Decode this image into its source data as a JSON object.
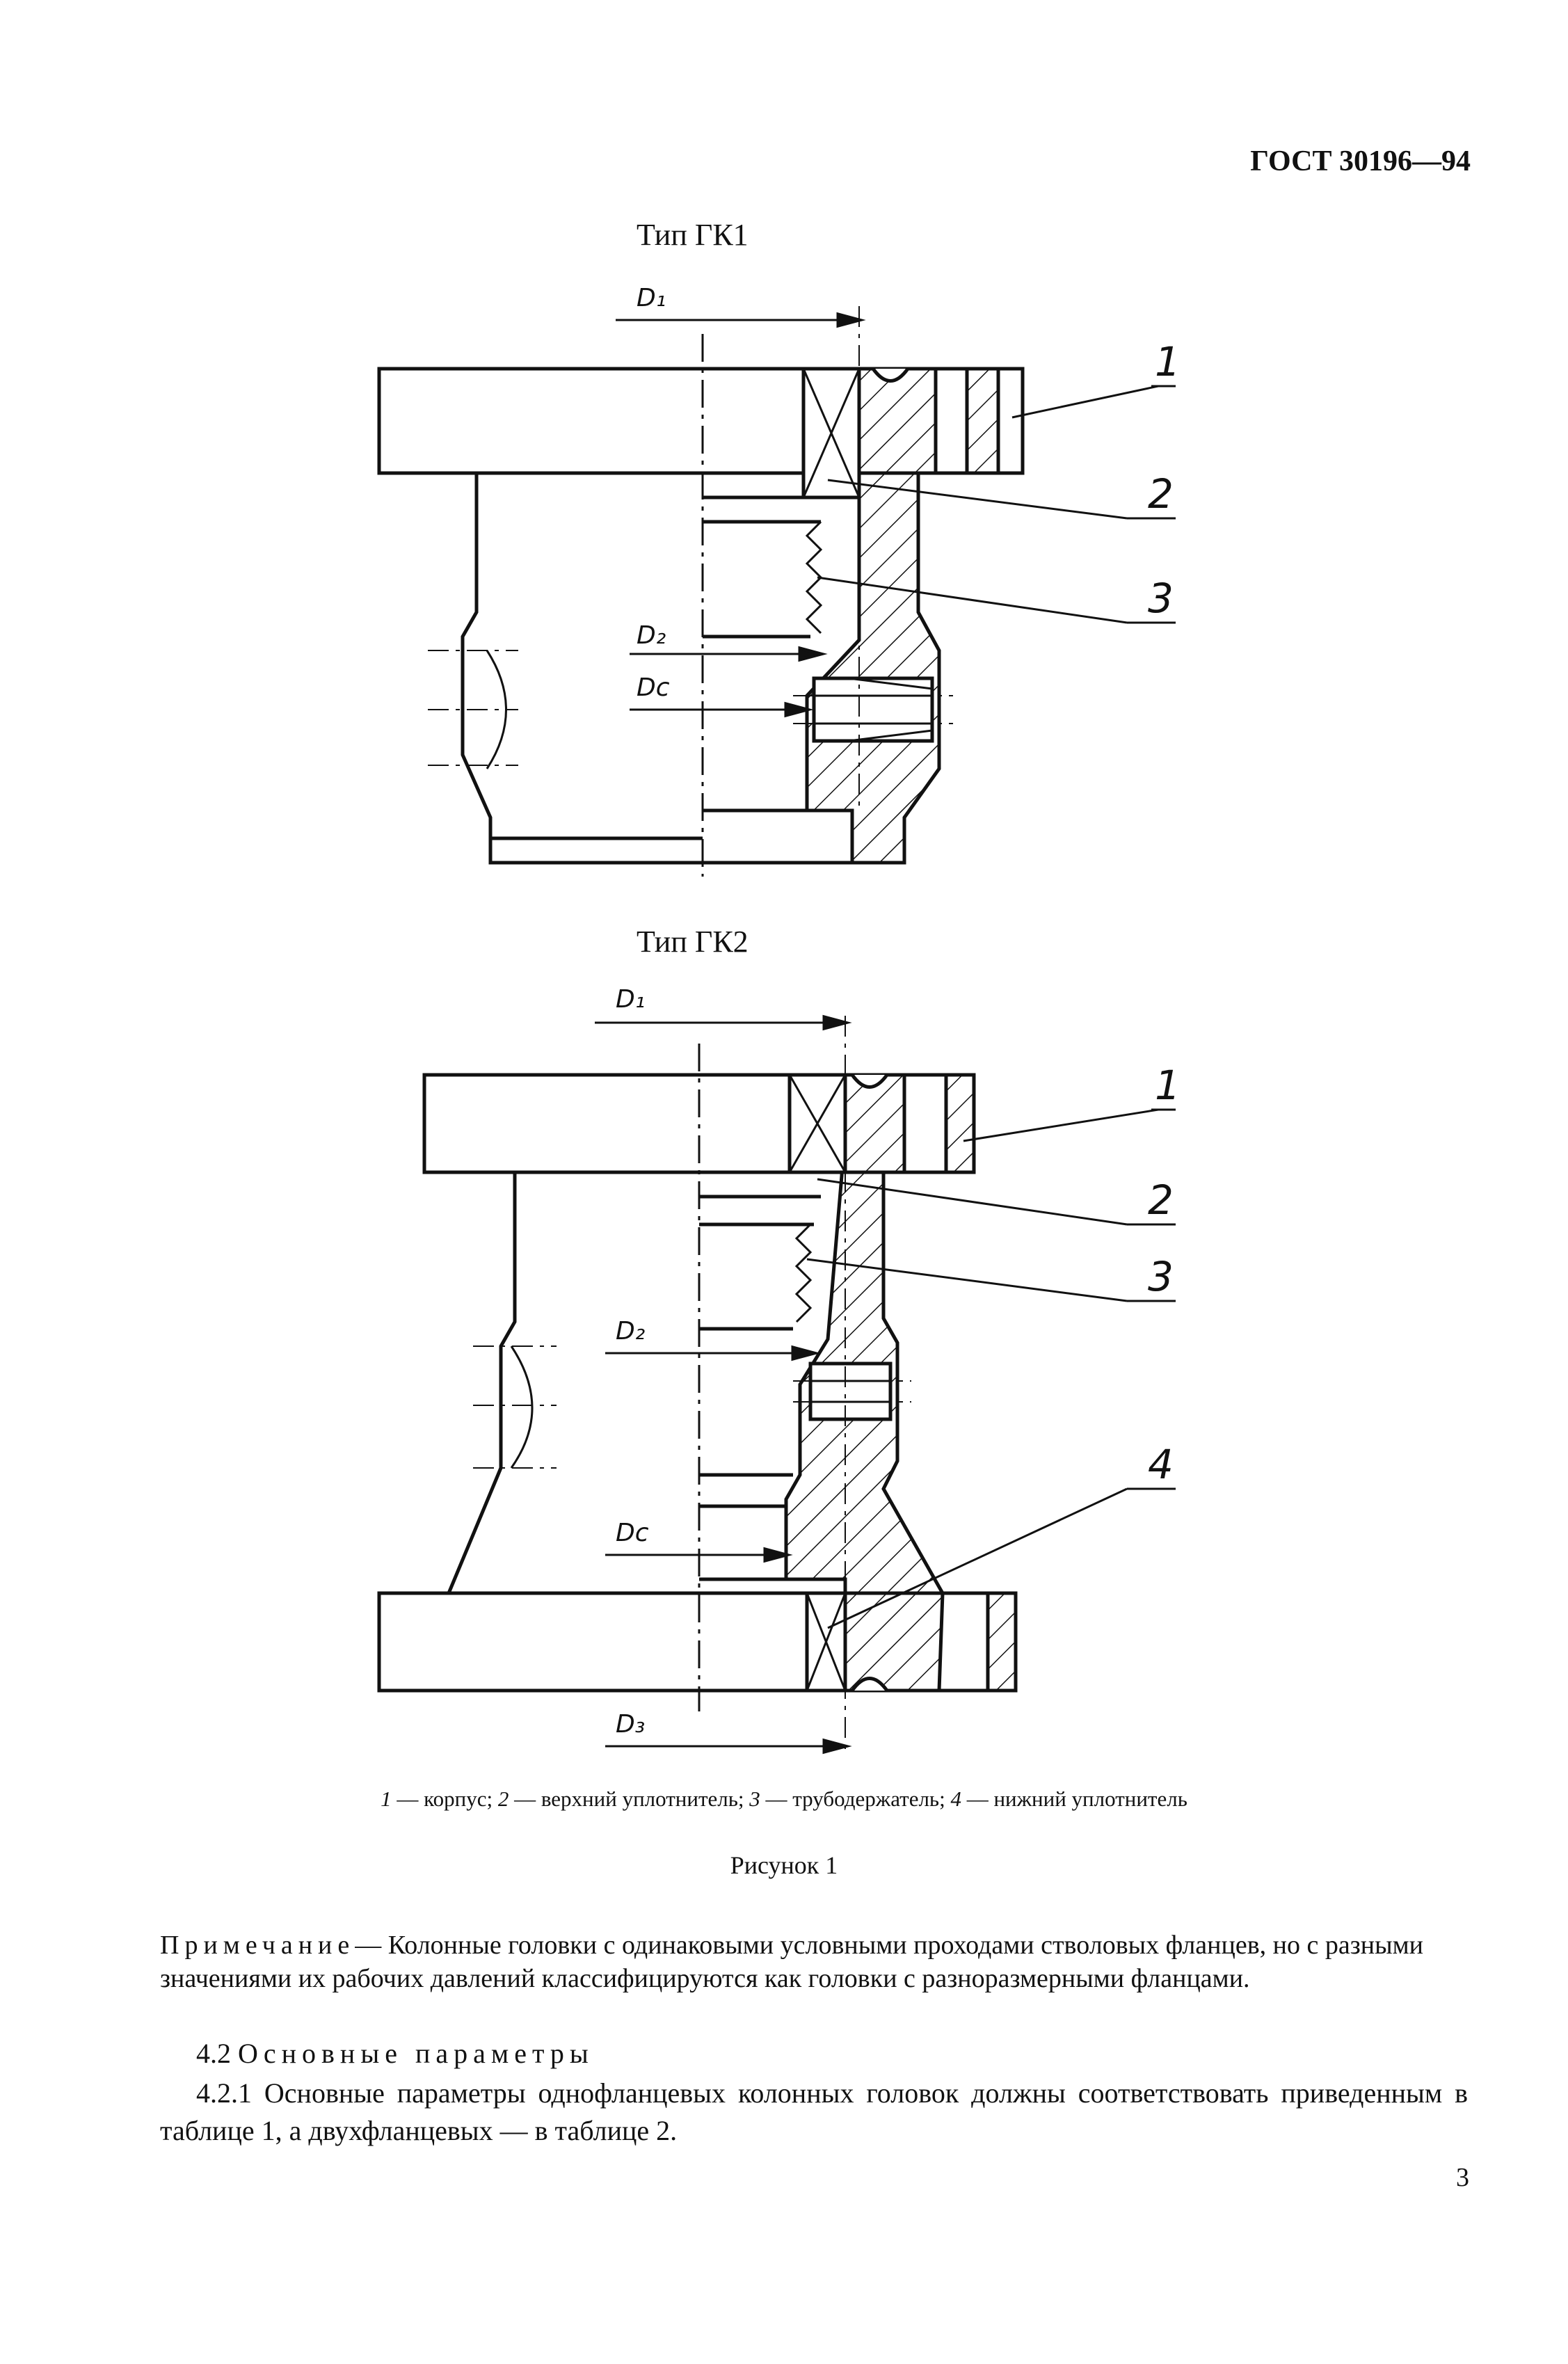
{
  "header": {
    "standard": "ГОСТ 30196—94"
  },
  "figure": {
    "type1_label": "Тип ГК1",
    "type2_label": "Тип ГК2",
    "dim_labels": {
      "d1": "D₁",
      "d2": "D₂",
      "dc": "Dc",
      "d3": "D₃"
    },
    "callouts": [
      "1",
      "2",
      "3",
      "4"
    ],
    "caption": {
      "items": [
        {
          "num": "1",
          "text": "корпус"
        },
        {
          "num": "2",
          "text": "верхний уплотнитель"
        },
        {
          "num": "3",
          "text": "трубодержатель"
        },
        {
          "num": "4",
          "text": "нижний уплотнитель"
        }
      ]
    },
    "title": "Рисунок 1"
  },
  "note": {
    "label": "Примечание",
    "text": "— Колонные головки с одинаковыми условными проходами стволовых фланцев, но с разными значениями их рабочих давлений классифицируются как головки с разноразмерными фланцами."
  },
  "section": {
    "heading_num": "4.2",
    "heading_text": "Основные параметры"
  },
  "paragraph": "4.2.1 Основные параметры однофланцевых колонных головок должны соответствовать приведенным в таблице 1, а двухфланцевых — в таблице 2.",
  "page_number": "3"
}
